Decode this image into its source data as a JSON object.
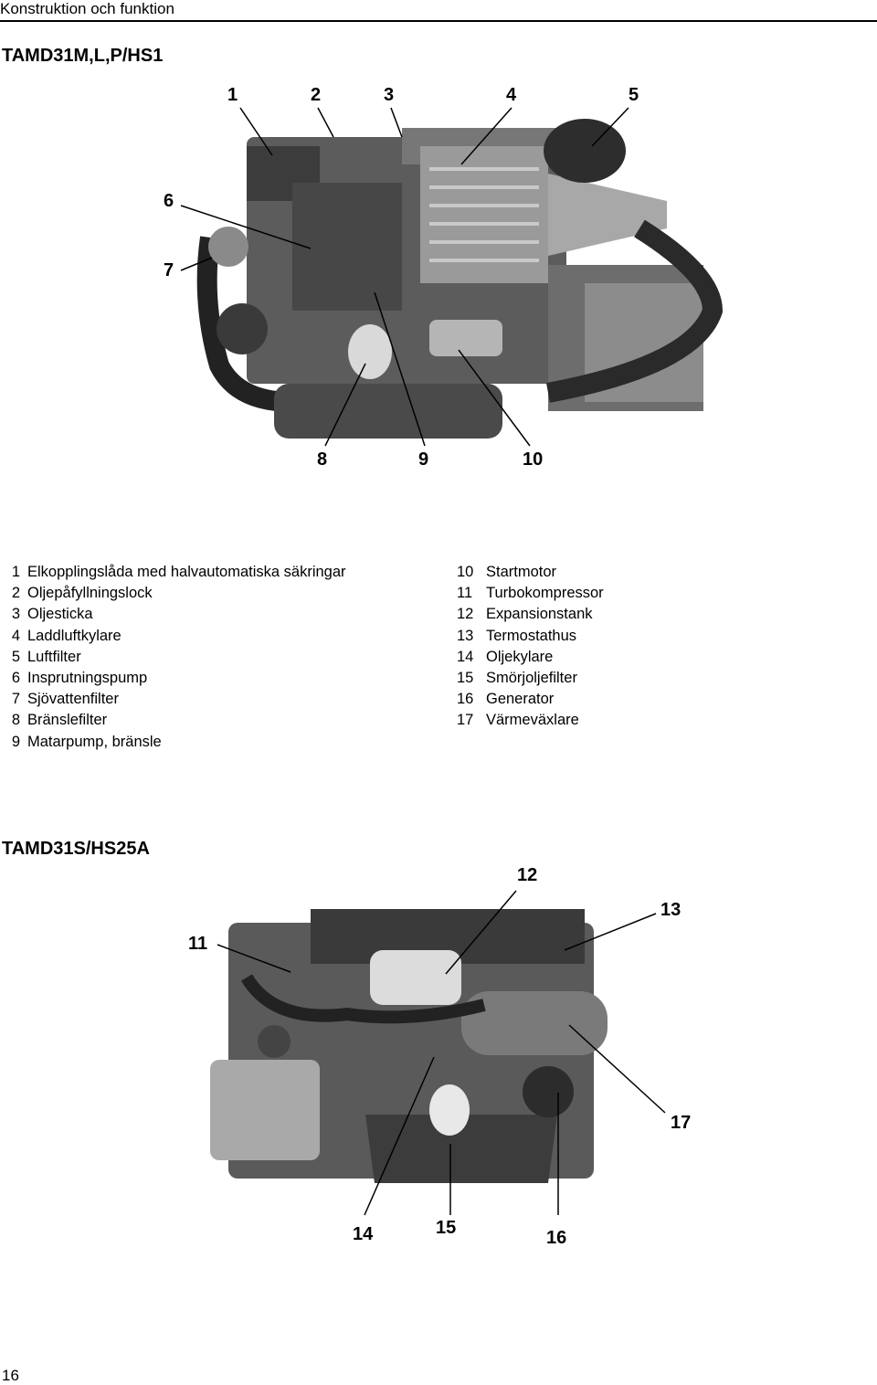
{
  "header": {
    "section": "Konstruktion och funktion"
  },
  "figure1": {
    "title": "TAMD31M,L,P/HS1",
    "callouts": [
      "1",
      "2",
      "3",
      "4",
      "5",
      "6",
      "7",
      "8",
      "9",
      "10"
    ],
    "legend_left": [
      {
        "num": "1",
        "text": "Elkopplingslåda med halvautomatiska säkringar"
      },
      {
        "num": "2",
        "text": "Oljepåfyllningslock"
      },
      {
        "num": "3",
        "text": "Oljesticka"
      },
      {
        "num": "4",
        "text": "Laddluftkylare"
      },
      {
        "num": "5",
        "text": "Luftfilter"
      },
      {
        "num": "6",
        "text": "Insprutningspump"
      },
      {
        "num": "7",
        "text": "Sjövattenfilter"
      },
      {
        "num": "8",
        "text": "Bränslefilter"
      },
      {
        "num": "9",
        "text": "Matarpump, bränsle"
      }
    ],
    "legend_right": [
      {
        "num": "10",
        "text": "Startmotor"
      },
      {
        "num": "11",
        "text": "Turbokompressor"
      },
      {
        "num": "12",
        "text": "Expansionstank"
      },
      {
        "num": "13",
        "text": "Termostathus"
      },
      {
        "num": "14",
        "text": "Oljekylare"
      },
      {
        "num": "15",
        "text": "Smörjoljefilter"
      },
      {
        "num": "16",
        "text": "Generator"
      },
      {
        "num": "17",
        "text": "Värmeväxlare"
      }
    ]
  },
  "figure2": {
    "title": "TAMD31S/HS25A",
    "callouts": [
      "11",
      "12",
      "13",
      "14",
      "15",
      "16",
      "17"
    ]
  },
  "footer": {
    "page_number": "16"
  }
}
